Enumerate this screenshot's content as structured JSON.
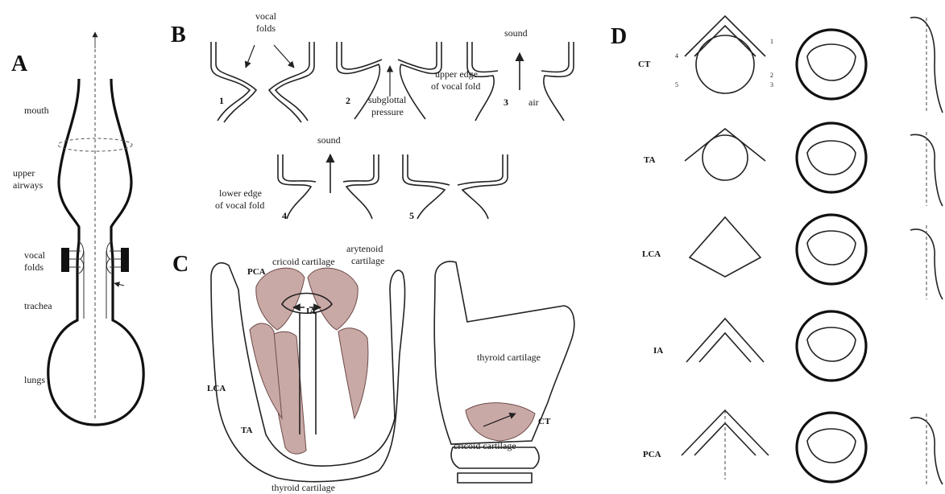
{
  "panels": {
    "a": "A",
    "b": "B",
    "c": "C",
    "d": "D"
  },
  "panel_a": {
    "labels": {
      "mouth": "mouth",
      "upper_airways_1": "upper",
      "upper_airways_2": "airways",
      "vocal_folds_1": "vocal",
      "vocal_folds_2": "folds",
      "trachea": "trachea",
      "lungs": "lungs"
    }
  },
  "panel_b": {
    "labels": {
      "vocal_folds_1": "vocal",
      "vocal_folds_2": "folds",
      "subglottal_1": "subglottal",
      "subglottal_2": "pressure",
      "upper_edge_1": "upper edge",
      "upper_edge_2": "of vocal fold",
      "sound_top": "sound",
      "air": "air",
      "sound_bottom": "sound",
      "lower_edge_1": "lower edge",
      "lower_edge_2": "of vocal fold"
    },
    "steps": [
      "1",
      "2",
      "3",
      "4",
      "5"
    ]
  },
  "panel_c": {
    "labels": {
      "cricoid": "cricoid cartilage",
      "arytenoid_1": "arytenoid",
      "arytenoid_2": "cartilage",
      "pca": "PCA",
      "ia": "IA",
      "lca": "LCA",
      "ta": "TA",
      "thyroid_bottom": "thyroid cartilage",
      "thyroid_right": "thyroid cartilage",
      "cricoid_right": "cricoid cartilage",
      "ct": "CT"
    }
  },
  "panel_d": {
    "rows": [
      "CT",
      "TA",
      "LCA",
      "IA",
      "PCA"
    ],
    "ct_numbers": [
      "1",
      "2",
      "3",
      "4",
      "5"
    ]
  },
  "colors": {
    "muscle": "#c9a9a6",
    "ink": "#222222"
  }
}
